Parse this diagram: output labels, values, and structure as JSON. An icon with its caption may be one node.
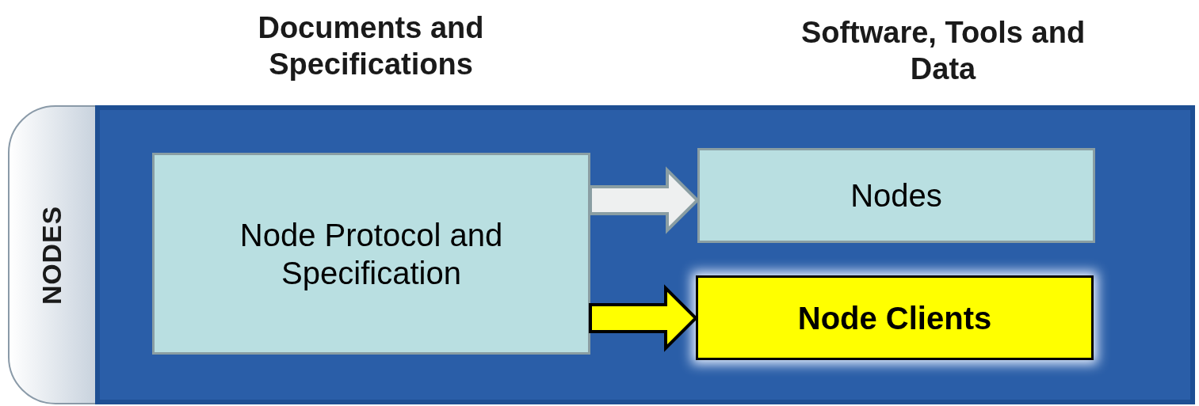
{
  "diagram": {
    "nodes": [
      {
        "text": [
          "NODES"
        ]
      },
      {
        "text": [],
        "shape": "box"
      },
      {
        "text": [
          "Node Protocol and Specification"
        ],
        "in": 1
      },
      {
        "text": [
          "Nodes"
        ],
        "in": 1
      },
      {
        "text": [
          "Node Clients"
        ],
        "in": 1
      }
    ],
    "edges": [
      {
        "from": 2,
        "to": 3,
        "arrow": "to",
        "style": "thick",
        "color": "#eef0f0"
      },
      {
        "from": 2,
        "to": 4,
        "arrow": "to",
        "style": "thick",
        "color": "#ffff00"
      }
    ],
    "labels": [
      "Documents and Specifications",
      "Software, Tools and Data"
    ]
  }
}
